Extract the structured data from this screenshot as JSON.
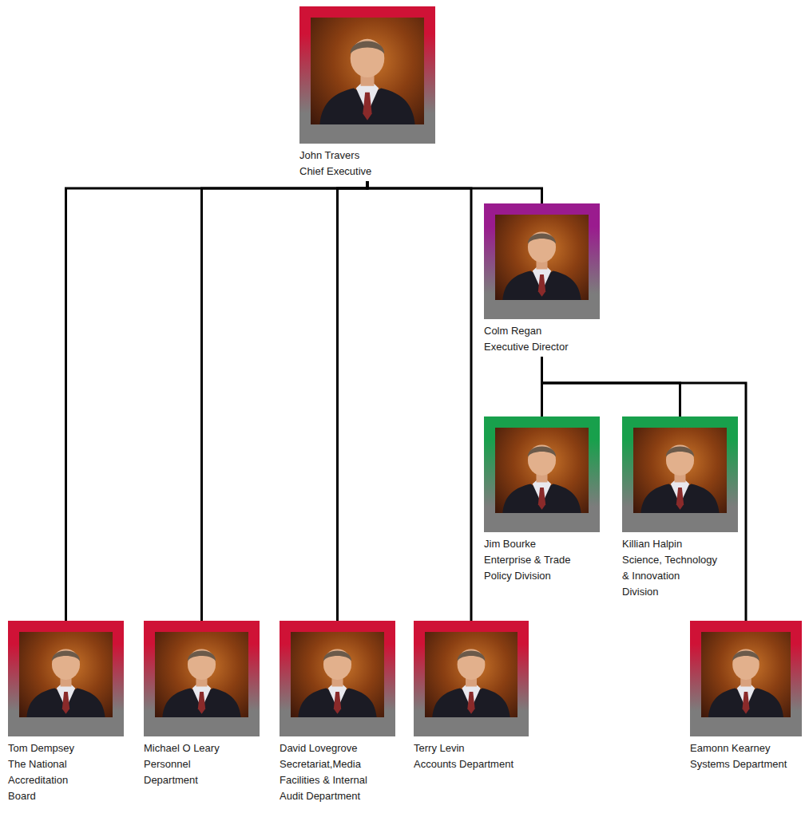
{
  "diagram": {
    "nodes": [
      {
        "text": [
          "John Travers",
          "Chief Executive"
        ]
      },
      {
        "text": [
          "Colm Regan",
          "Executive Director"
        ]
      },
      {
        "text": [
          "Jim Bourke",
          "Enterprise & Trade Policy Division"
        ]
      },
      {
        "text": [
          "Killian Halpin",
          "Science, Technology & Innovation Division"
        ]
      },
      {
        "text": [
          "Tom Dempsey",
          "The National Accreditation Board"
        ]
      },
      {
        "text": [
          "Michael O Leary",
          "Personnel Department"
        ]
      },
      {
        "text": [
          "David Lovegrove",
          "Secretariat,Media Facilities & Internal Audit Department"
        ]
      },
      {
        "text": [
          "Terry Levin",
          "Accounts Department"
        ]
      },
      {
        "text": [
          "Eamonn Kearney",
          "Systems Department"
        ]
      }
    ],
    "edges": [
      {
        "from": 0,
        "to": 4,
        "arrow": "none"
      },
      {
        "from": 0,
        "to": 5,
        "arrow": "none"
      },
      {
        "from": 0,
        "to": 6,
        "arrow": "none"
      },
      {
        "from": 0,
        "to": 7,
        "arrow": "none"
      },
      {
        "from": 0,
        "to": 1,
        "arrow": "none"
      },
      {
        "from": 1,
        "to": 2,
        "arrow": "none"
      },
      {
        "from": 1,
        "to": 3,
        "arrow": "none"
      },
      {
        "from": 1,
        "to": 8,
        "arrow": "none"
      }
    ]
  }
}
